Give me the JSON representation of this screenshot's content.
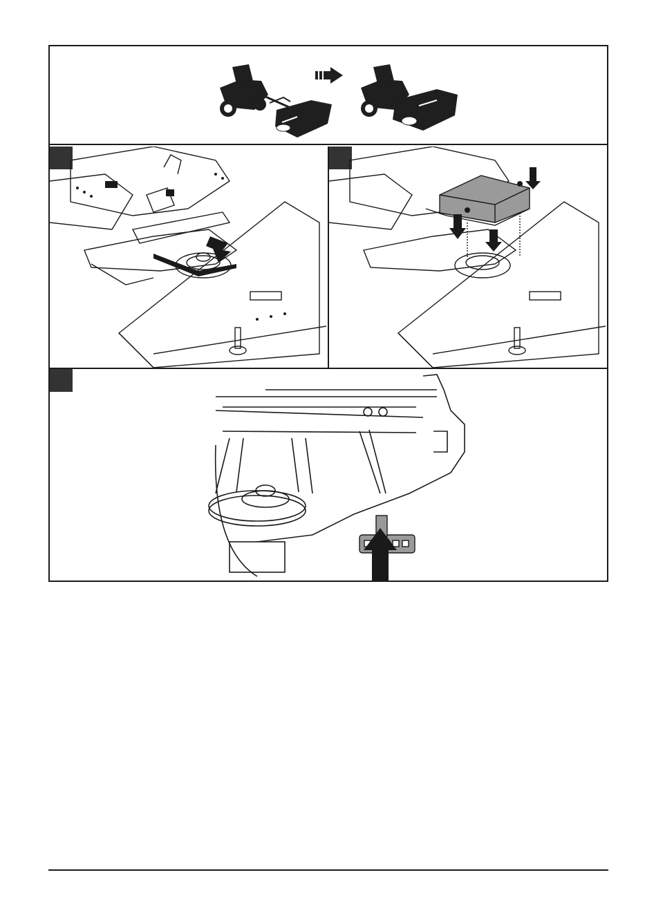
{
  "figure": {
    "overview": {
      "icons": [
        "tractor-icon",
        "cutting-deck-icon",
        "arrow-right-icon"
      ]
    },
    "steps": [
      {
        "id": "step-1",
        "number": "",
        "content": "belt-on-pulley"
      },
      {
        "id": "step-2",
        "number": "",
        "content": "belt-cover-install"
      },
      {
        "id": "step-3",
        "number": "",
        "content": "belt-guide-push"
      }
    ]
  },
  "colors": {
    "line": "#1a1a1a",
    "marker": "#333333",
    "fill_dark": "#2b2b2b",
    "fill_gray": "#9a9a9a"
  }
}
